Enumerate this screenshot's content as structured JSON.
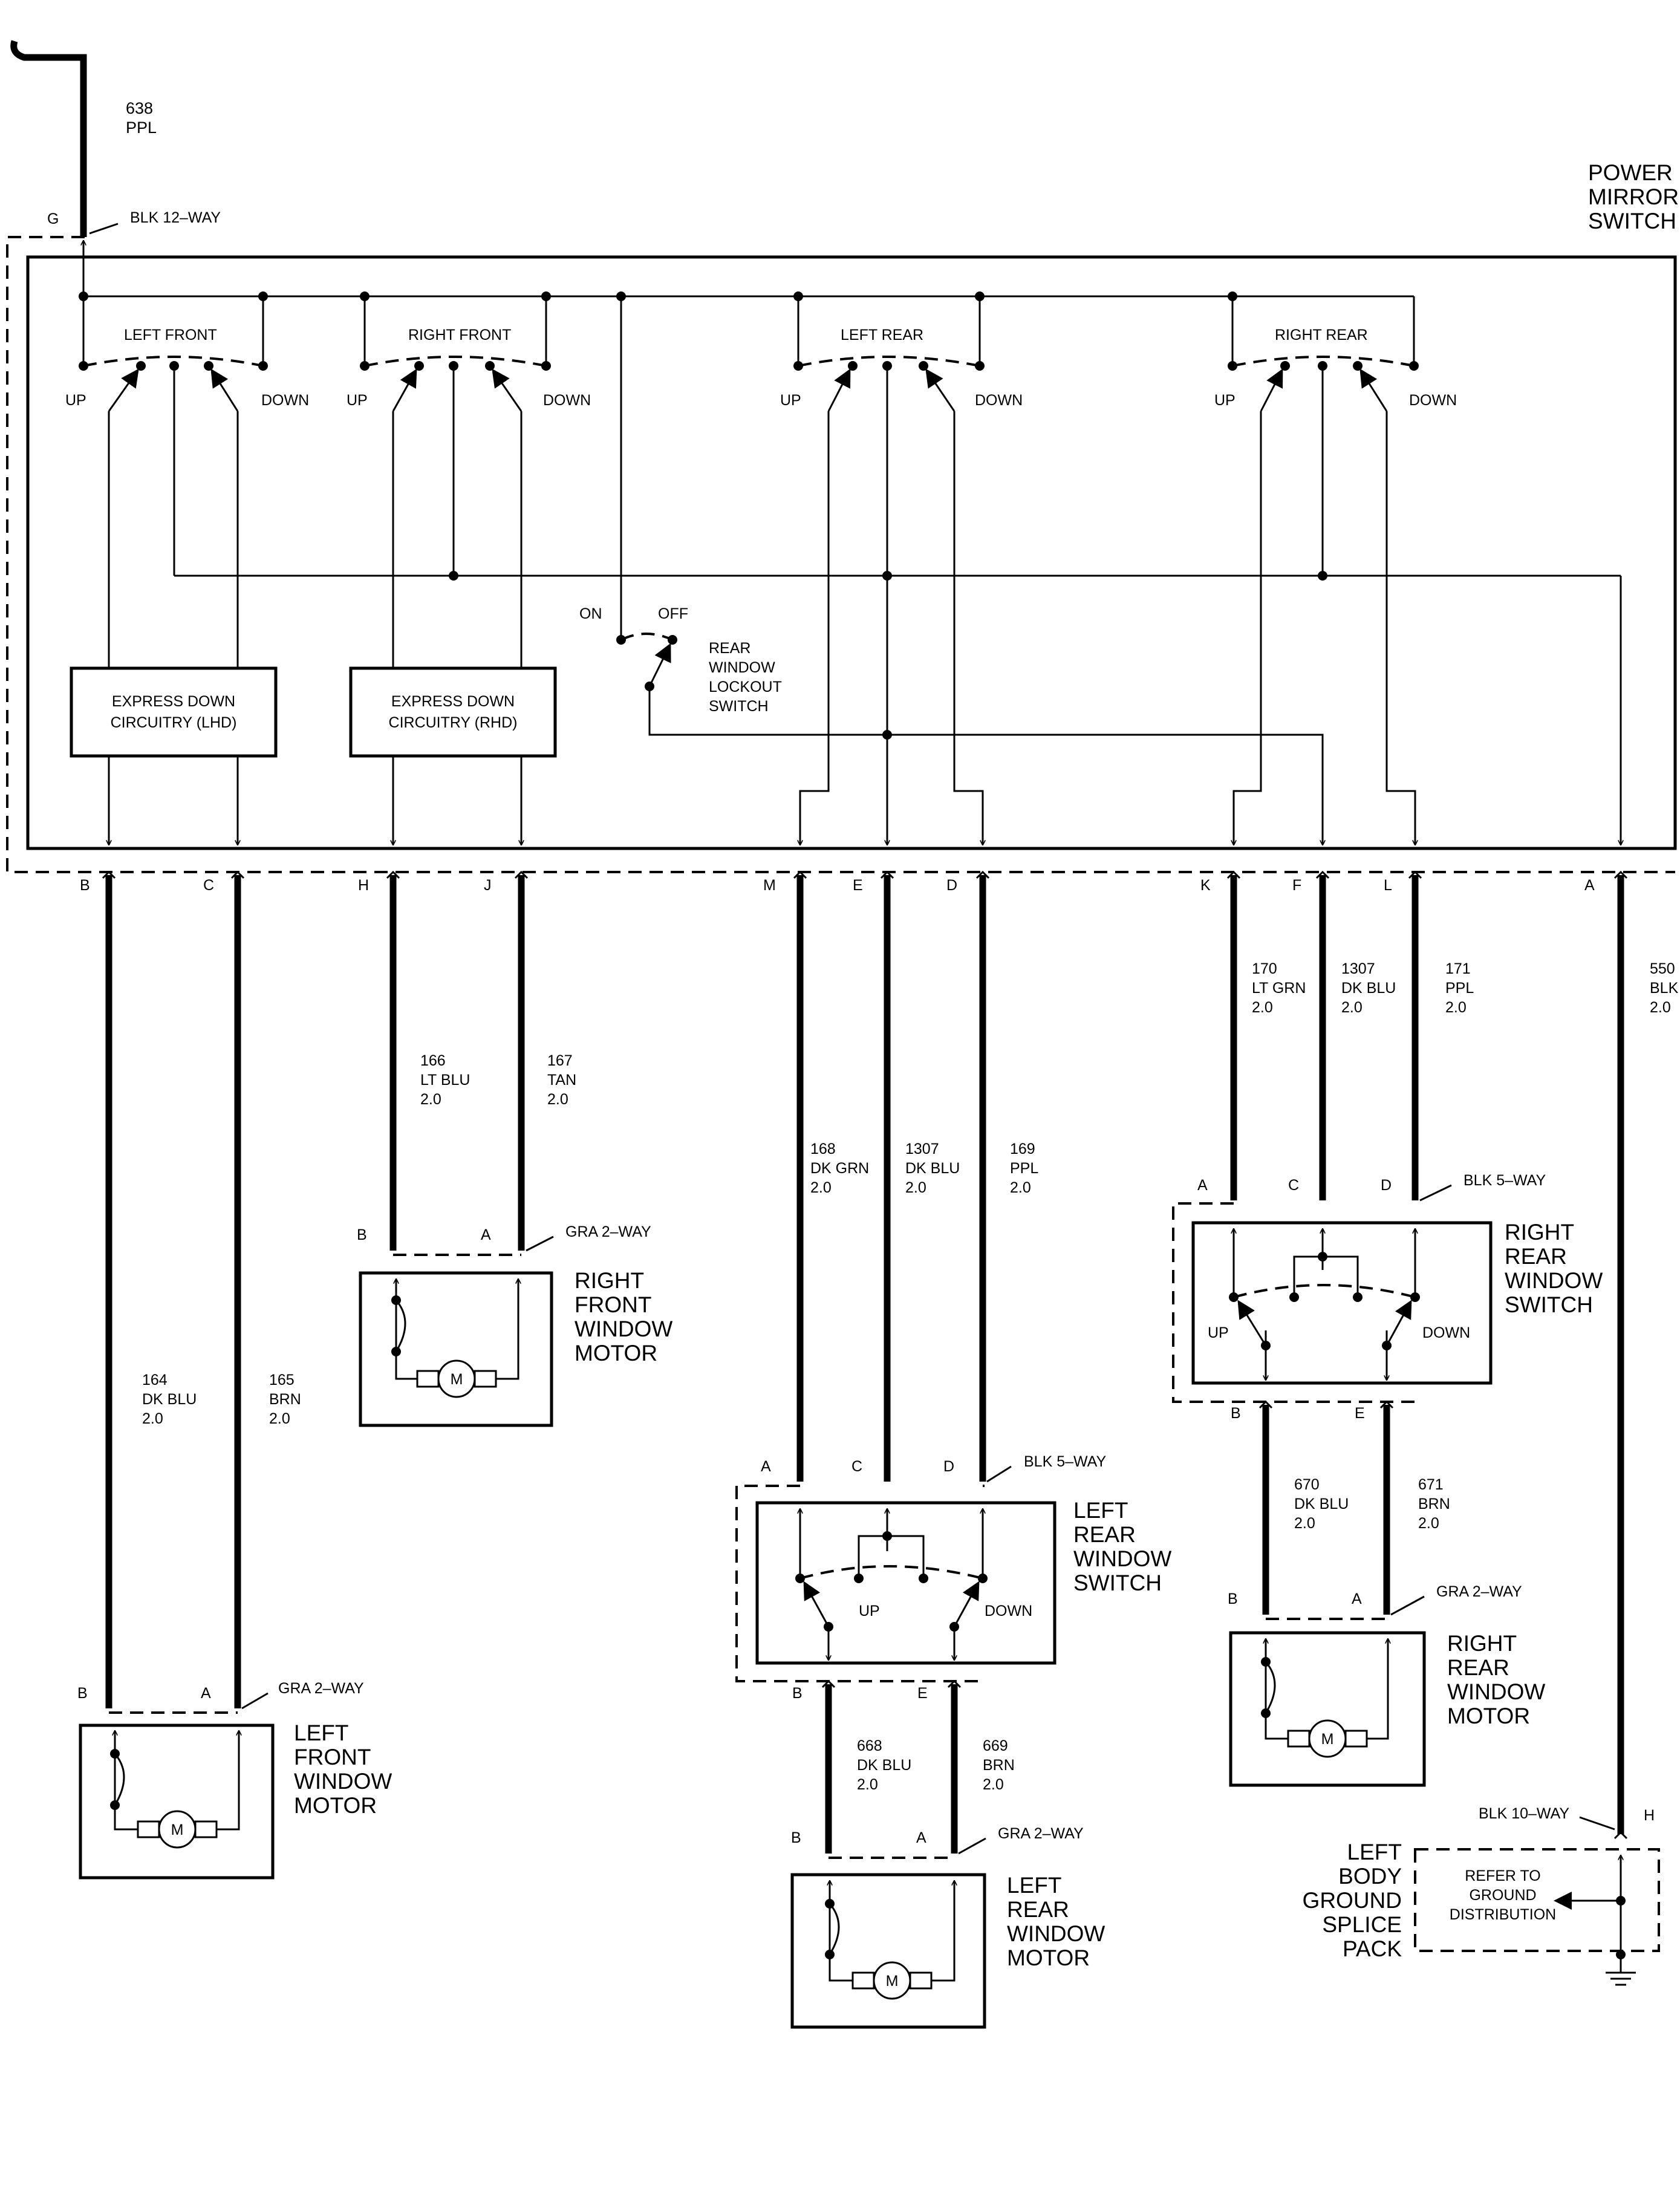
{
  "colors": {
    "ink": "#000000",
    "background": "#ffffff"
  },
  "feed_wire": {
    "circuit": "638",
    "color": "PPL"
  },
  "switch": {
    "title_lines": [
      "POWER",
      "MIRROR",
      "SWITCH"
    ],
    "top_connector_pin": "G",
    "top_connector": "BLK 12–WAY",
    "sections": [
      "LEFT FRONT",
      "RIGHT FRONT",
      "LEFT REAR",
      "RIGHT REAR"
    ],
    "up": "UP",
    "down": "DOWN",
    "lockout": {
      "on": "ON",
      "off": "OFF",
      "label_lines": [
        "REAR",
        "WINDOW",
        "LOCKOUT",
        "SWITCH"
      ]
    },
    "express_lhd": [
      "EXPRESS DOWN",
      "CIRCUITRY (LHD)"
    ],
    "express_rhd": [
      "EXPRESS DOWN",
      "CIRCUITRY (RHD)"
    ],
    "bottom_pins": [
      "B",
      "C",
      "H",
      "J",
      "M",
      "E",
      "D",
      "K",
      "F",
      "L",
      "A"
    ]
  },
  "wires": {
    "w164": [
      "164",
      "DK BLU",
      "2.0"
    ],
    "w165": [
      "165",
      "BRN",
      "2.0"
    ],
    "w166": [
      "166",
      "LT BLU",
      "2.0"
    ],
    "w167": [
      "167",
      "TAN",
      "2.0"
    ],
    "w168": [
      "168",
      "DK GRN",
      "2.0"
    ],
    "w1307a": [
      "1307",
      "DK BLU",
      "2.0"
    ],
    "w169": [
      "169",
      "PPL",
      "2.0"
    ],
    "w170": [
      "170",
      "LT GRN",
      "2.0"
    ],
    "w1307b": [
      "1307",
      "DK BLU",
      "2.0"
    ],
    "w171": [
      "171",
      "PPL",
      "2.0"
    ],
    "w550": [
      "550",
      "BLK",
      "2.0"
    ],
    "w668": [
      "668",
      "DK BLU",
      "2.0"
    ],
    "w669": [
      "669",
      "BRN",
      "2.0"
    ],
    "w670": [
      "670",
      "DK BLU",
      "2.0"
    ],
    "w671": [
      "671",
      "BRN",
      "2.0"
    ]
  },
  "connectors": {
    "gra2": "GRA 2–WAY",
    "blk5": "BLK 5–WAY",
    "blk10": "BLK 10–WAY",
    "pin_a": "A",
    "pin_b": "B",
    "pin_c": "C",
    "pin_d": "D",
    "pin_e": "E",
    "pin_h": "H"
  },
  "motor_symbol": "M",
  "components": {
    "rf_motor": [
      "RIGHT",
      "FRONT",
      "WINDOW",
      "MOTOR"
    ],
    "lf_motor": [
      "LEFT",
      "FRONT",
      "WINDOW",
      "MOTOR"
    ],
    "lr_switch": [
      "LEFT",
      "REAR",
      "WINDOW",
      "SWITCH"
    ],
    "lr_motor": [
      "LEFT",
      "REAR",
      "WINDOW",
      "MOTOR"
    ],
    "rr_switch": [
      "RIGHT",
      "REAR",
      "WINDOW",
      "SWITCH"
    ],
    "rr_motor": [
      "RIGHT",
      "REAR",
      "WINDOW",
      "MOTOR"
    ],
    "ground_pack": [
      "LEFT",
      "BODY",
      "GROUND",
      "SPLICE",
      "PACK"
    ],
    "ground_ref": [
      "REFER TO",
      "GROUND",
      "DISTRIBUTION"
    ]
  }
}
